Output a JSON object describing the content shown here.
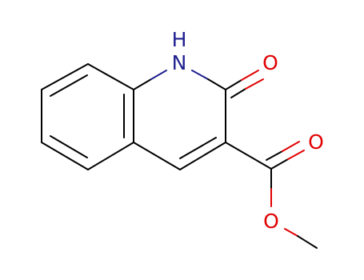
{
  "molecule": {
    "atoms": {
      "nh_h": "H",
      "nh_n": "N",
      "ketone_o": "O",
      "ester_carbonyl_o": "O",
      "ester_o": "O"
    },
    "colors": {
      "carbon_bond": "#000000",
      "nitrogen": "#1f1f8f",
      "oxygen": "#e00000"
    }
  }
}
